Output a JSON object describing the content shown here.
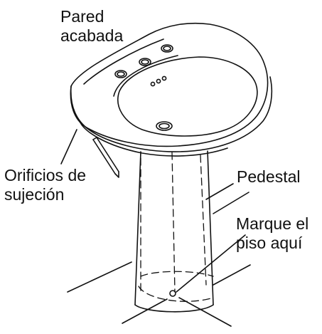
{
  "labels": {
    "finished_wall": [
      "Pared",
      "acabada"
    ],
    "mounting_holes": [
      "Orificios de",
      "sujeción"
    ],
    "pedestal": "Pedestal",
    "mark_floor": [
      "Marque el",
      "piso aquí"
    ]
  },
  "colors": {
    "ink": "#111111",
    "background": "#ffffff"
  },
  "icons": {
    "pencil": "pencil-icon"
  }
}
